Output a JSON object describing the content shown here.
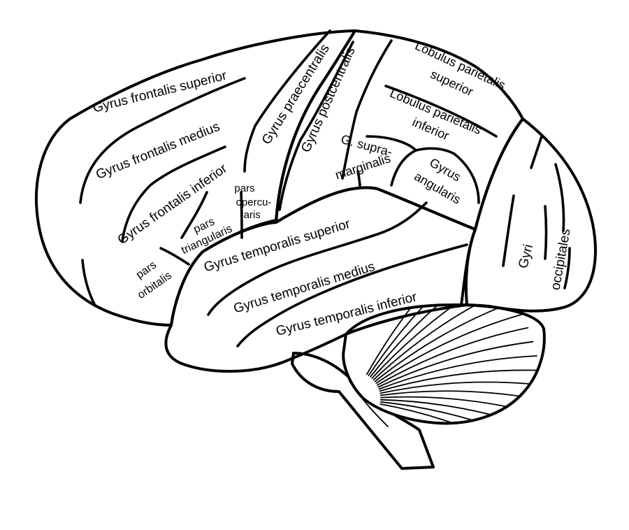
{
  "colors": {
    "frontal": "#f9f7ab",
    "parietal": "#f4aaaa",
    "temporal": "#abf6ab",
    "occipital": "#aaaaf5",
    "cerebellum": "#ffffff",
    "outline": "#000000"
  },
  "labels": {
    "gyrus_frontalis_superior": "Gyrus frontalis superior",
    "gyrus_frontalis_medius": "Gyrus frontalis medius",
    "gyrus_frontalis_inferior": "Gyrus frontalis inferior",
    "gyrus_praecentralis": "Gyrus praecentralis",
    "gyrus_postcentralis": "Gyrus postcentralis",
    "lobulus_parietalis_superior_1": "Lobulus parietalis",
    "lobulus_parietalis_superior_2": "superior",
    "lobulus_parietalis_inferior_1": "Lobulus parietalis",
    "lobulus_parietalis_inferior_2": "inferior",
    "g_supramarginalis_1": "G. supra-",
    "g_supramarginalis_2": "marginalis",
    "gyrus_angularis_1": "Gyrus",
    "gyrus_angularis_2": "angularis",
    "pars_opercularis_1": "pars",
    "pars_opercularis_2": "opercu-",
    "pars_opercularis_3": "laris",
    "pars_triangularis_1": "pars",
    "pars_triangularis_2": "triangularis",
    "pars_orbitalis_1": "pars",
    "pars_orbitalis_2": "orbitalis",
    "gyrus_temporalis_superior": "Gyrus temporalis superior",
    "gyrus_temporalis_medius": "Gyrus temporalis medius",
    "gyrus_temporalis_inferior": "Gyrus temporalis inferior",
    "gyri_occipitales_1": "Gyri",
    "gyri_occipitales_2": "occipitales"
  }
}
